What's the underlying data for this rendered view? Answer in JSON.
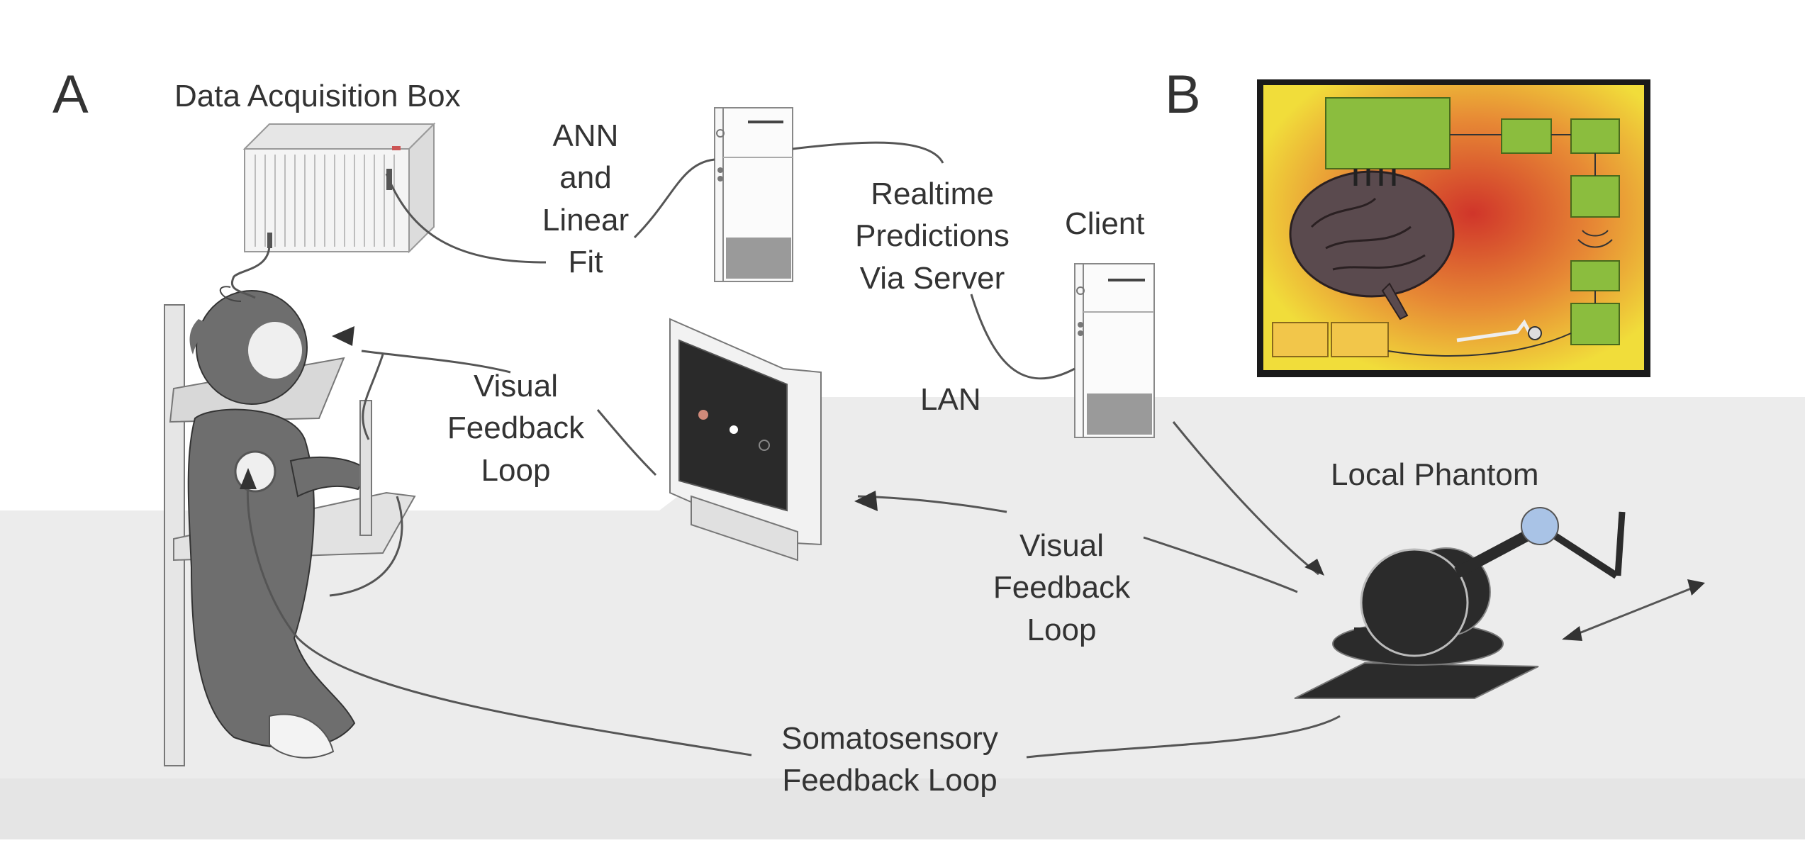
{
  "panel_a": {
    "letter": "A",
    "daq_label": "Data Acquisition Box",
    "ann_lines": [
      "ANN",
      "and",
      "Linear",
      "Fit"
    ],
    "realtime_lines": [
      "Realtime",
      "Predictions",
      "Via Server"
    ],
    "client_label": "Client",
    "lan_label": "LAN",
    "visual_loop_left": [
      "Visual",
      "Feedback",
      "Loop"
    ],
    "visual_loop_right": [
      "Visual",
      "Feedback",
      "Loop"
    ],
    "phantom_label": "Local Phantom",
    "soma_lines": [
      "Somatosensory",
      "Feedback Loop"
    ]
  },
  "panel_b": {
    "letter": "B"
  },
  "colors": {
    "background": "#ffffff",
    "floor": "#ececec",
    "ink": "#3a3a3a",
    "device_dark": "#2e2e2e",
    "arm_ball": "#a9c3e6",
    "inset_bg": "#e8b23a",
    "inset_box": "#8bbd3e",
    "brain": "#5a4a4e"
  },
  "icons": [
    "monkey-icon",
    "daq-box-icon",
    "server-computer-icon",
    "client-computer-icon",
    "monitor-icon",
    "robot-arm-icon",
    "brain-icon"
  ]
}
